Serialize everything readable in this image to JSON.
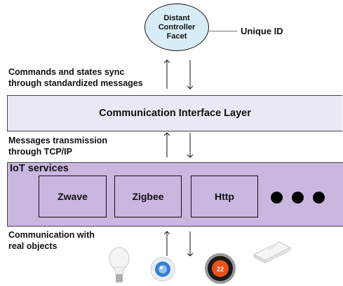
{
  "controller": {
    "label": "Distant\nController\nFacet"
  },
  "unique_id": {
    "label": "Unique ID"
  },
  "annotations": {
    "commands_sync": "Commands and states sync\nthrough standardized messages",
    "messages_tcp": "Messages transmission\nthrough TCP/IP",
    "real_objects": "Communication with\nreal objects"
  },
  "interface_layer": {
    "label": "Communication Interface Layer"
  },
  "iot_services": {
    "title": "IoT services",
    "protocols": [
      "Zwave",
      "Zigbee",
      "Http"
    ],
    "more_indicator": "ellipsis-dots-icon"
  },
  "devices": [
    "light-bulb-icon",
    "motion-sensor-icon",
    "thermostat-icon",
    "door-sensor-icon"
  ],
  "colors": {
    "controller_fill": "#d8ecf7",
    "interface_fill": "#ebe7f5",
    "iot_fill": "#c9b7e0",
    "thermostat_accent": "#e8521c"
  },
  "thermostat_display": "22"
}
